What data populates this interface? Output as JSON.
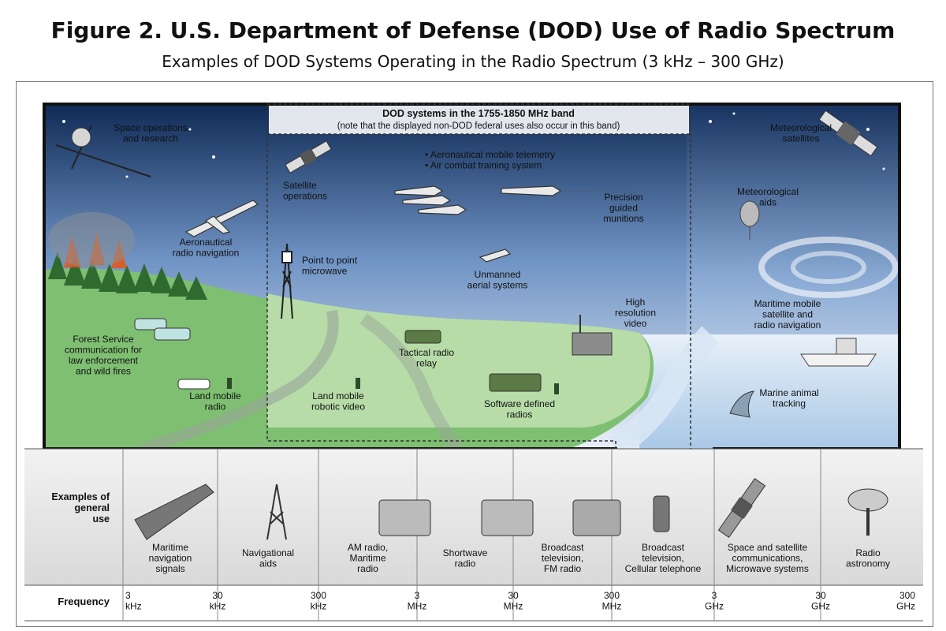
{
  "title": "Figure 2. U.S. Department of Defense (DOD) Use of Radio Spectrum",
  "subtitle": "Examples of DOD Systems Operating in the Radio Spectrum (3 kHz – 300 GHz)",
  "band_box": {
    "line1": "DOD systems in the 1755-1850 MHz band",
    "line2": "(note that the displayed non-DOD federal uses also occur in this band)"
  },
  "systems": [
    {
      "id": "space-ops",
      "lines": [
        "Space operations",
        "and research"
      ]
    },
    {
      "id": "satellite-ops",
      "lines": [
        "Satellite",
        "operations"
      ]
    },
    {
      "id": "telemetry",
      "lines": [
        "• Aeronautical mobile telemetry",
        "• Air combat training system"
      ]
    },
    {
      "id": "precision",
      "lines": [
        "Precision",
        "guided",
        "munitions"
      ]
    },
    {
      "id": "met-sat",
      "lines": [
        "Meteorological",
        "satellites"
      ]
    },
    {
      "id": "met-aids",
      "lines": [
        "Meteorological",
        "aids"
      ]
    },
    {
      "id": "aero-nav",
      "lines": [
        "Aeronautical",
        "radio navigation"
      ]
    },
    {
      "id": "p2p",
      "lines": [
        "Point to point",
        "microwave"
      ]
    },
    {
      "id": "uas",
      "lines": [
        "Unmanned",
        "aerial systems"
      ]
    },
    {
      "id": "hi-res",
      "lines": [
        "High",
        "resolution",
        "video"
      ]
    },
    {
      "id": "maritime-sat",
      "lines": [
        "Maritime mobile",
        "satellite and",
        "radio navigation"
      ]
    },
    {
      "id": "forest",
      "lines": [
        "Forest Service",
        "communication for",
        "law enforcement",
        "and wild fires"
      ]
    },
    {
      "id": "tactical",
      "lines": [
        "Tactical radio",
        "relay"
      ]
    },
    {
      "id": "marine-animal",
      "lines": [
        "Marine animal",
        "tracking"
      ]
    },
    {
      "id": "land-mobile",
      "lines": [
        "Land mobile",
        "radio"
      ]
    },
    {
      "id": "robotic",
      "lines": [
        "Land mobile",
        "robotic video"
      ]
    },
    {
      "id": "sdr",
      "lines": [
        "Software defined",
        "radios"
      ]
    }
  ],
  "general_use_label": [
    "Examples of",
    "general",
    "use"
  ],
  "general_uses": [
    [
      "Maritime",
      "navigation",
      "signals"
    ],
    [
      "Navigational",
      "aids"
    ],
    [
      "AM radio,",
      "Maritime",
      "radio"
    ],
    [
      "Shortwave",
      "radio"
    ],
    [
      "Broadcast",
      "television,",
      "FM radio"
    ],
    [
      "Broadcast",
      "television,",
      "Cellular telephone"
    ],
    [
      "Space and satellite",
      "communications,",
      "Microwave systems"
    ],
    [
      "Radio",
      "astronomy"
    ]
  ],
  "frequency_label": "Frequency",
  "frequencies": [
    [
      "3",
      "kHz"
    ],
    [
      "30",
      "kHz"
    ],
    [
      "300",
      "kHz"
    ],
    [
      "3",
      "MHz"
    ],
    [
      "30",
      "MHz"
    ],
    [
      "300",
      "MHz"
    ],
    [
      "3",
      "GHz"
    ],
    [
      "30",
      "GHz"
    ],
    [
      "300",
      "GHz"
    ]
  ],
  "colors": {
    "sky": "#b9cfe6",
    "land": "#8cc47e",
    "land_inner": "#b9dcaa",
    "ocean": "#dbe8f3",
    "bar": "#ececec"
  }
}
